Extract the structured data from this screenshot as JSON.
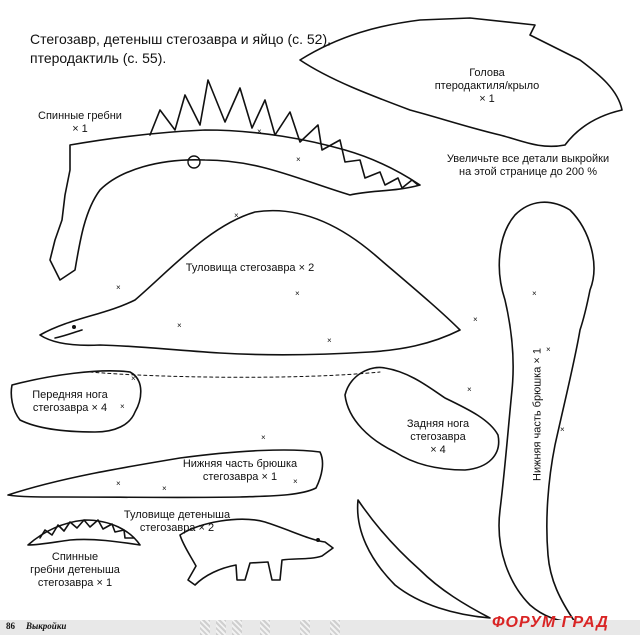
{
  "heading": {
    "line1": "Стегозавр, детеныш стегозавра и яйцо (с. 52),",
    "line2": "птеродактиль (с. 55)."
  },
  "pieces": {
    "pterodactyl_head": {
      "line1": "Голова",
      "line2": "птеродактиля/крыло",
      "line3": "× 1"
    },
    "back_plates": {
      "line1": "Спинные гребни",
      "line2": "× 1"
    },
    "body": {
      "label": "Туловища стегозавра × 2"
    },
    "front_leg": {
      "line1": "Передняя нога",
      "line2": "стегозавра × 4"
    },
    "hind_leg": {
      "line1": "Задняя нога",
      "line2": "стегозавра",
      "line3": "× 4"
    },
    "belly": {
      "line1": "Нижняя часть брюшка",
      "line2": "стегозавра × 1"
    },
    "belly_vertical": {
      "label": "Нижняя часть брюшка × 1"
    },
    "baby_body": {
      "line1": "Туловище детеныша",
      "line2": "стегозавра × 2"
    },
    "baby_plates": {
      "line1": "Спинные",
      "line2": "гребни детеныша",
      "line3": "стегозавра × 1"
    }
  },
  "instruction": {
    "line1": "Увеличьте все детали выкройки",
    "line2": "на этой странице до 200 %"
  },
  "footer": {
    "page_number": "86",
    "section": "Выкройки",
    "logo_red": "ФОРУМ",
    "logo_blue": "ГРАД"
  },
  "colors": {
    "outline": "#111111",
    "logo": "#d92525"
  }
}
